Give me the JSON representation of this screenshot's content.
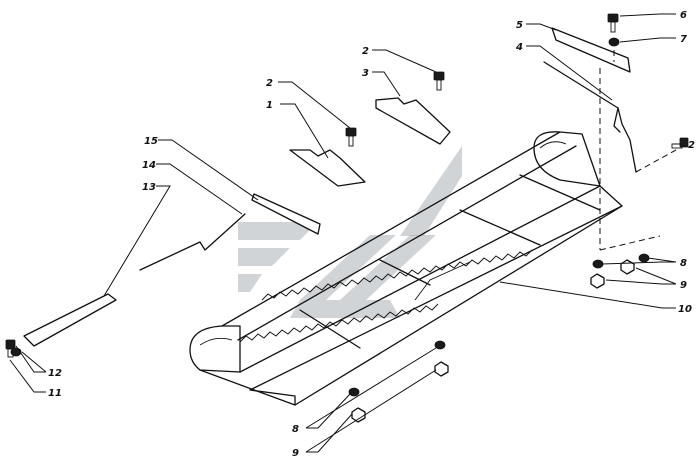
{
  "callouts": {
    "c1": "1",
    "c2a": "2",
    "c2b": "2",
    "c2c": "2",
    "c3": "3",
    "c4": "4",
    "c5": "5",
    "c6": "6",
    "c7": "7",
    "c8a": "8",
    "c8b": "8",
    "c9a": "9",
    "c9b": "9",
    "c10": "10",
    "c11": "11",
    "c12": "12",
    "c13": "13",
    "c14": "14",
    "c15": "15"
  },
  "colors": {
    "line": "#111111",
    "watermark": "#9aa0a6",
    "background": "#ffffff"
  }
}
